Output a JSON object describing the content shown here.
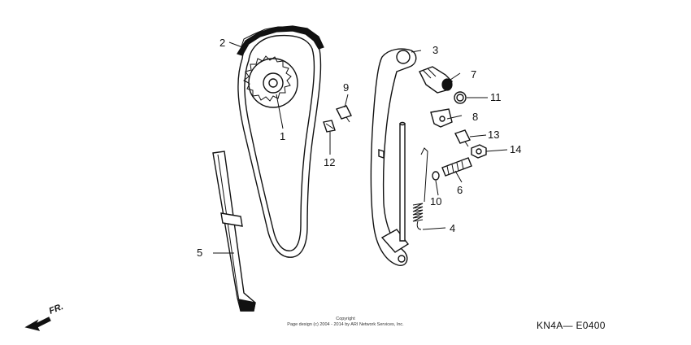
{
  "diagram": {
    "callouts": {
      "c1": "1",
      "c2": "2",
      "c3": "3",
      "c4": "4",
      "c5": "5",
      "c6": "6",
      "c7": "7",
      "c8": "8",
      "c9": "9",
      "c10": "10",
      "c11": "11",
      "c12": "12",
      "c13": "13",
      "c14": "14"
    },
    "direction_label": "FR.",
    "catalog_code": "KN4A— E0400",
    "copyright_line1": "Copyright",
    "copyright_line2": "Page design (c) 2004 - 2014 by ARI Network Services, Inc."
  }
}
